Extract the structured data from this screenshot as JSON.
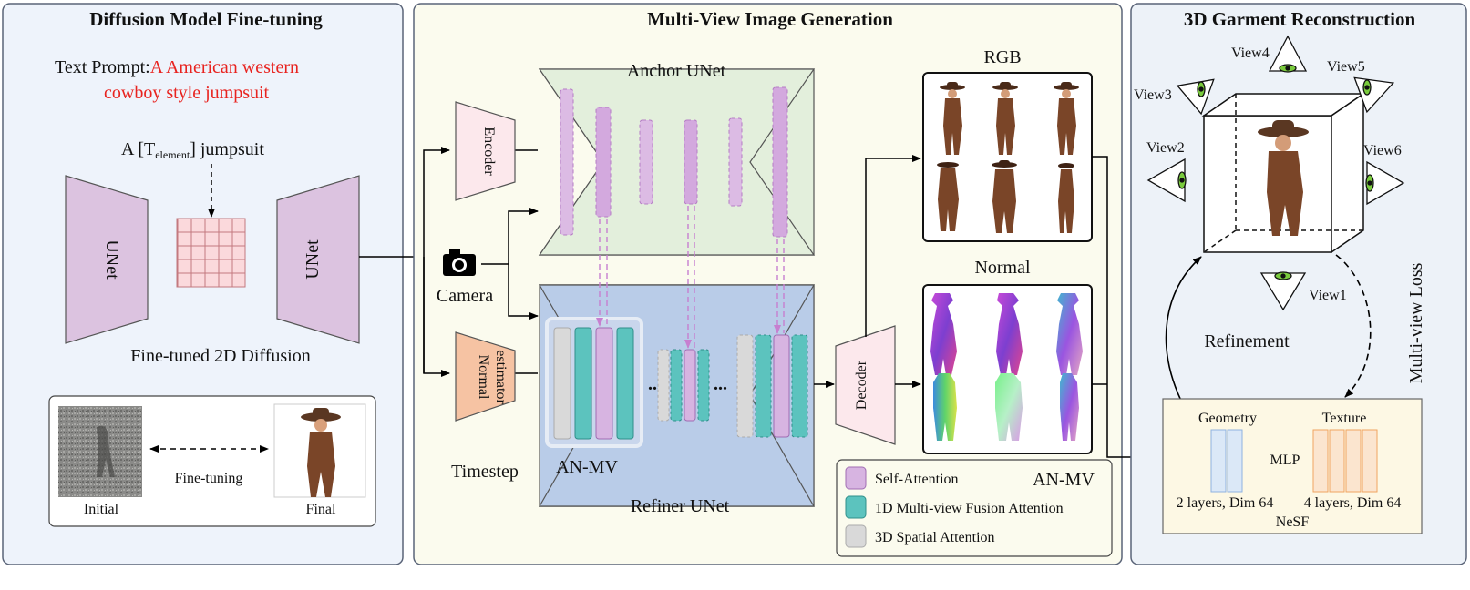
{
  "panels": {
    "left": {
      "title": "Diffusion Model Fine-tuning",
      "text_prompt_label": "Text Prompt:",
      "text_prompt_line1": "A American western",
      "text_prompt_line2": "cowboy style jumpsuit",
      "token_prefix": "A [T",
      "token_sub": "element",
      "token_suffix": "] jumpsuit",
      "unet_left": "UNet",
      "unet_right": "UNet",
      "caption": "Fine-tuned 2D Diffusion",
      "initial": "Initial",
      "fine_tuning": "Fine-tuning",
      "final": "Final"
    },
    "middle": {
      "title": "Multi-View Image Generation",
      "anchor_unet": "Anchor UNet",
      "refiner_unet": "Refiner UNet",
      "encoder": "Encoder",
      "normal_estimator_l1": "Normal",
      "normal_estimator_l2": "estimator",
      "camera": "Camera",
      "timestep": "Timestep",
      "anmv": "AN-MV",
      "decoder": "Decoder",
      "ellipsis": "...",
      "rgb": "RGB",
      "normal": "Normal",
      "legend": {
        "title": "AN-MV",
        "items": [
          {
            "label": "Self-Attention",
            "color": "#d7b4e1"
          },
          {
            "label": "1D Multi-view Fusion Attention",
            "color": "#5cc3be"
          },
          {
            "label": "3D Spatial Attention",
            "color": "#d9d9d9"
          }
        ]
      }
    },
    "right": {
      "title": "3D  Garment Reconstruction",
      "views": [
        "View1",
        "View2",
        "View3",
        "View4",
        "View5",
        "View6"
      ],
      "refinement": "Refinement",
      "multiview_loss": "Multi-view Loss",
      "geometry": "Geometry",
      "texture": "Texture",
      "mlp": "MLP",
      "geometry_spec": "2 layers, Dim 64",
      "texture_spec": "4 layers, Dim 64",
      "nesf": "NeSF"
    }
  },
  "colors": {
    "left_bg": "#eef3fb",
    "mid_bg": "#fbfbee",
    "right_bg": "#edf2f8",
    "unet_purple": "#dcc3e0",
    "anchor_green": "#e3efdc",
    "refiner_blue": "#b9cce8",
    "nesf_bg": "#fdf8e4",
    "red_text": "#e8231f"
  }
}
